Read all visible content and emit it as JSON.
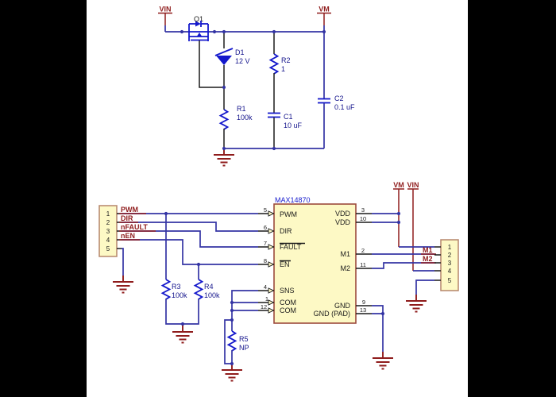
{
  "colors": {
    "wire_blue": "#3434a4",
    "symbol_blue": "#1418cc",
    "value_navy": "#14148c",
    "net_red": "#8f1c1c",
    "canvas": "#ffffff",
    "backdrop": "#000000",
    "ic_fill": "#fdf9c5",
    "ic_border": "#9c4a3c",
    "connector_border": "#b5866b"
  },
  "power_flags": {
    "vin": "VIN",
    "vm": "VM"
  },
  "components": {
    "q1": {
      "ref": "Q1"
    },
    "d1": {
      "ref": "D1",
      "value": "12 V"
    },
    "r1": {
      "ref": "R1",
      "value": "100k"
    },
    "r2": {
      "ref": "R2",
      "value": "1"
    },
    "r3": {
      "ref": "R3",
      "value": "100k"
    },
    "r4": {
      "ref": "R4",
      "value": "100k"
    },
    "r5": {
      "ref": "R5",
      "value": "NP"
    },
    "c1": {
      "ref": "C1",
      "value": "10 uF"
    },
    "c2": {
      "ref": "C2",
      "value": "0.1 uF"
    }
  },
  "ic": {
    "name": "MAX14870",
    "left_pins": [
      {
        "num": "5",
        "label": "PWM"
      },
      {
        "num": "6",
        "label": "DIR"
      },
      {
        "num": "7",
        "label": "FAULT"
      },
      {
        "num": "8",
        "label": "EN"
      },
      {
        "num": "4",
        "label": "SNS"
      },
      {
        "num": "1",
        "label": "COM"
      },
      {
        "num": "12",
        "label": "COM"
      }
    ],
    "right_pins": [
      {
        "num": "3",
        "label": "VDD"
      },
      {
        "num": "10",
        "label": "VDD"
      },
      {
        "num": "2",
        "label": "M1"
      },
      {
        "num": "11",
        "label": "M2"
      },
      {
        "num": "9",
        "label": "GND"
      },
      {
        "num": "13",
        "label": "GND (PAD)"
      }
    ]
  },
  "net_labels": {
    "pwm": "PWM",
    "dir": "DIR",
    "nfault": "nFAULT",
    "nen": "nEN",
    "m1": "M1",
    "m2": "M2"
  },
  "connector_left": {
    "pins": [
      "1",
      "2",
      "3",
      "4",
      "5"
    ]
  },
  "connector_right": {
    "pins": [
      "1",
      "2",
      "3",
      "4",
      "5"
    ]
  }
}
